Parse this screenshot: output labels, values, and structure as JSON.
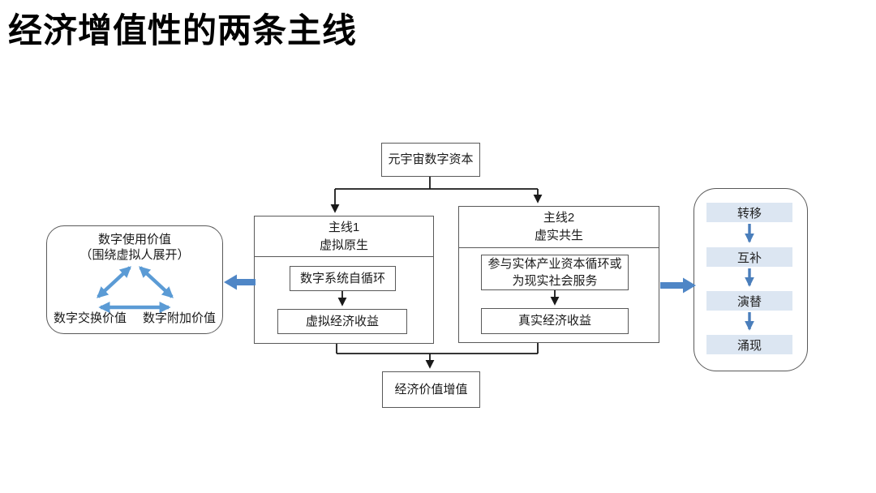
{
  "title": "经济增值性的两条主线",
  "colors": {
    "accent_blue": "#4f86c6",
    "triangle_arrow_blue": "#5b9bd5",
    "light_blue_fill": "#dce6f2",
    "box_border": "#595959",
    "connector_black": "#1a1a1a"
  },
  "diagram": {
    "root_label": "元宇宙数字资本",
    "mainline1": {
      "title": "主线1",
      "subtitle": "虚拟原生",
      "step1": "数字系统自循环",
      "step2": "虚拟经济收益"
    },
    "mainline2": {
      "title": "主线2",
      "subtitle": "虚实共生",
      "step1_line1": "参与实体产业资本循环或",
      "step1_line2": "为现实社会服务",
      "step2": "真实经济收益"
    },
    "result_label": "经济价值增值",
    "value_triangle": {
      "top_line1": "数字使用价值",
      "top_line2": "（围绕虚拟人展开）",
      "bottom_left": "数字交换价值",
      "bottom_right": "数字附加价值"
    },
    "evolution_panel": {
      "steps": [
        "转移",
        "互补",
        "演替",
        "涌现"
      ]
    }
  }
}
